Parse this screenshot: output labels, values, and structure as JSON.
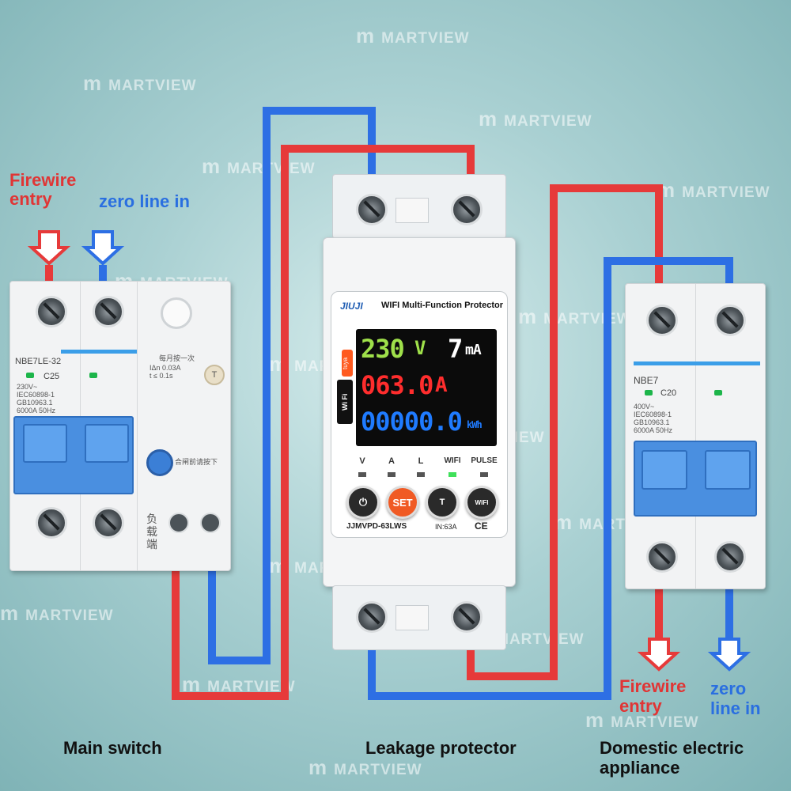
{
  "colors": {
    "fire": "#e03535",
    "zero": "#2a6fe0",
    "wire_red": "#e63a3a",
    "wire_blue": "#2d6fe4"
  },
  "labels": {
    "firewire_in_1": "Firewire",
    "firewire_in_2": "entry",
    "zero_in": "zero line in",
    "firewire_out_1": "Firewire",
    "firewire_out_2": "entry",
    "zero_out_1": "zero",
    "zero_out_2": "line in",
    "main_switch": "Main switch",
    "leakage_protector": "Leakage protector",
    "domestic_1": "Domestic electric",
    "domestic_2": "appliance"
  },
  "watermark": "MARTVIEW",
  "main_breaker": {
    "model": "NBE7LE-32",
    "rating": "C25",
    "spec1": "230V~",
    "spec2": "IEC60898-1",
    "spec3": "GB10963.1",
    "spec4": "6000A 50Hz",
    "leak_spec1": "IΔn 0.03A",
    "leak_spec2": "t ≤ 0.1s",
    "cn_test": "每月按一次",
    "cn_reset": "合闸前请按下",
    "cn_load": "负载端",
    "test_button": "T"
  },
  "protector": {
    "brand": "JIUJI",
    "title": "WIFI Multi-Function Protector",
    "voltage": "230",
    "voltage_unit": "V",
    "leak_current": "7",
    "leak_unit": "mA",
    "current": "063.0",
    "current_unit": "A",
    "energy": "00000.0",
    "energy_unit": "kWh",
    "wifi_badge": "Wi Fi",
    "tuya_badge": "tuya",
    "indicators": [
      "V",
      "A",
      "L",
      "WIFI",
      "PULSE"
    ],
    "buttons": {
      "power": "⏻",
      "set": "SET",
      "up": "T",
      "wifi": "WIFI"
    },
    "model": "JJMVPD-63LWS",
    "in_rating": "IN:63A",
    "ce": "CE"
  },
  "appliance_breaker": {
    "model": "NBE7",
    "rating": "C20",
    "spec1": "400V~",
    "spec2": "IEC60898-1",
    "spec3": "GB10963.1",
    "spec4": "6000A 50Hz"
  }
}
